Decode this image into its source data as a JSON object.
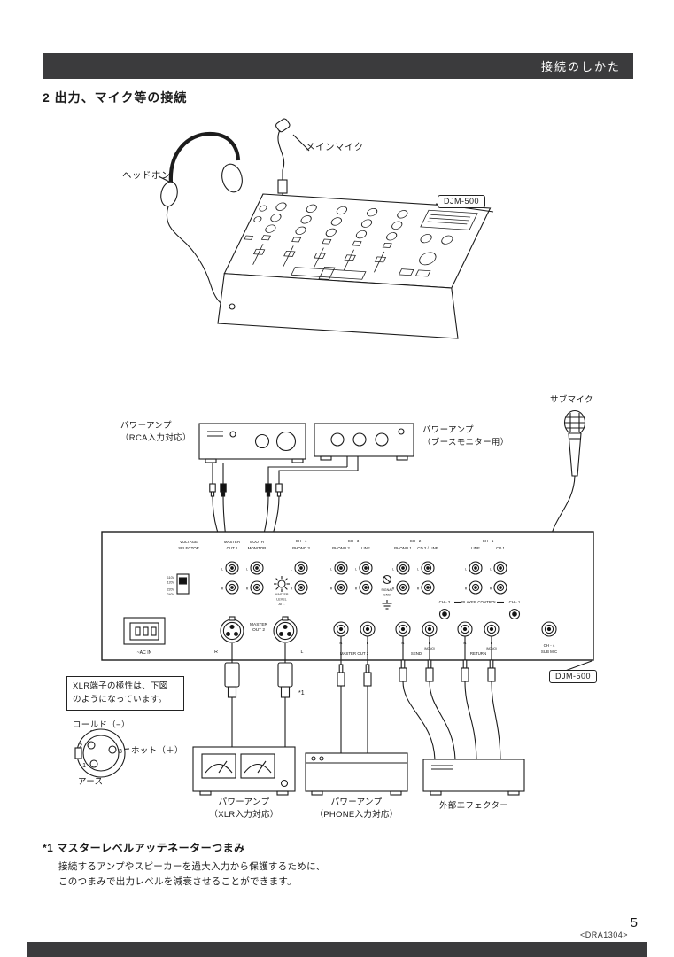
{
  "page": {
    "header_title": "接続のしかた",
    "section_title": "2 出力、マイク等の接続",
    "page_number": "5",
    "doc_code": "<DRA1304>"
  },
  "labels": {
    "headphone": "ヘッドホン",
    "main_mic": "メインマイク",
    "sub_mic": "サブマイク",
    "model": "DJM-500",
    "amp_rca_1": "パワーアンプ",
    "amp_rca_2": "（RCA入力対応）",
    "amp_booth_1": "パワーアンプ",
    "amp_booth_2": "（ブースモニター用）",
    "amp_xlr_1": "パワーアンプ",
    "amp_xlr_2": "（XLR入力対応）",
    "amp_phone_1": "パワーアンプ",
    "amp_phone_2": "（PHONE入力対応）",
    "effector": "外部エフェクター",
    "marker1": "*1"
  },
  "panel": {
    "voltage1": "VOLTAGE",
    "voltage2": "SELECTOR",
    "voltages": [
      "110V",
      "120V",
      "220V",
      "240V"
    ],
    "master": "MASTER",
    "out1": "OUT 1",
    "out2": "OUT 2",
    "booth": "BOOTH",
    "monitor": "MONITOR",
    "ch4": "CH - 4",
    "ch3": "CH - 3",
    "ch2": "CH - 2",
    "ch1": "CH - 1",
    "phono3": "PHONO 3",
    "phono2": "PHONO 2",
    "phono1": "PHONO 1",
    "line": "LINE",
    "cd2line": "CD 2 / LINE",
    "cd1": "CD 1",
    "l": "L",
    "r": "R",
    "signal": "SIGNAL",
    "gnd": "GND",
    "level": "LEVEL",
    "att": "ATT.",
    "player_control": "PLAYER CONTROL",
    "ac_in": "~AC IN",
    "master_out3": "MASTER OUT 3",
    "send": "SEND",
    "return": "RETURN",
    "mono": "(MONO)",
    "submic": "SUB MIC"
  },
  "xlr_note": {
    "line1": "XLR端子の極性は、下図",
    "line2": "のようになっています。",
    "cold": "コールド（−）",
    "hot": "ホット（＋）",
    "ground": "アース",
    "pin1": "1",
    "pin2": "2",
    "pin3": "3"
  },
  "footnote": {
    "title": "*1 マスターレベルアッテネーターつまみ",
    "line1": "接続するアンプやスピーカーを過大入力から保護するために、",
    "line2": "このつまみで出力レベルを減衰させることができます。"
  }
}
